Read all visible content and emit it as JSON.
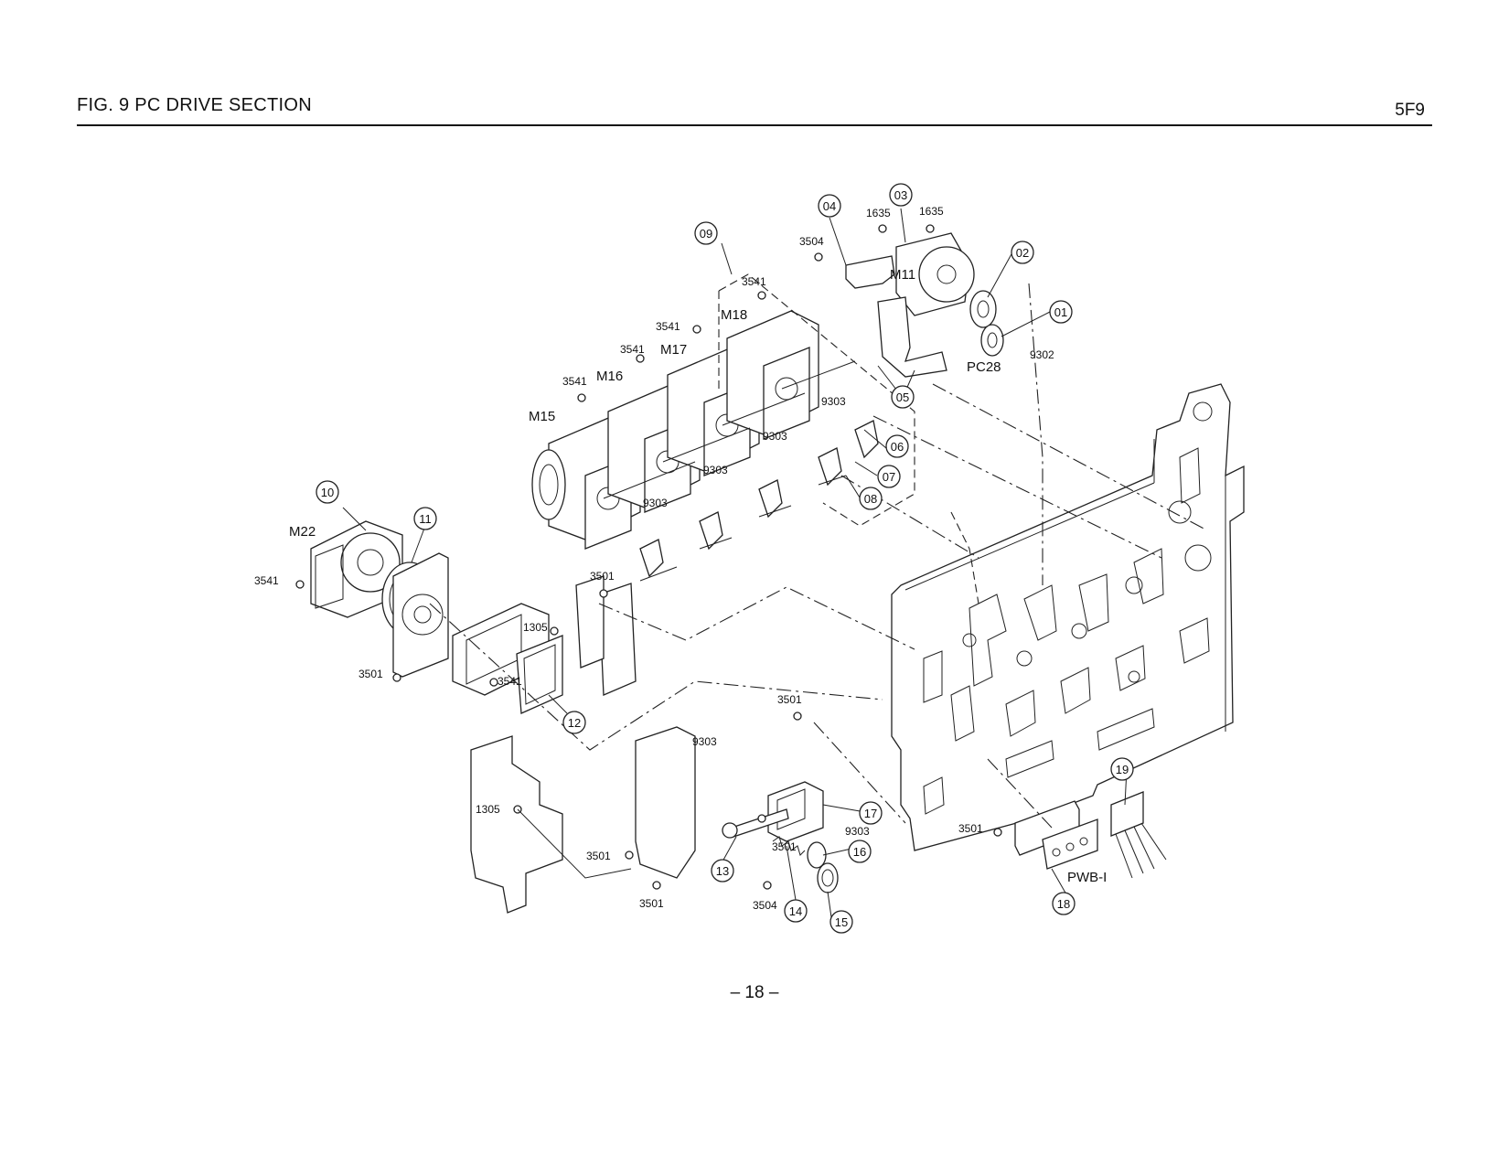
{
  "header": {
    "title": "FIG. 9  PC DRIVE SECTION",
    "code": "5F9"
  },
  "footer": {
    "page_number": "– 18 –"
  },
  "callouts": {
    "c01": "01",
    "c02": "02",
    "c03": "03",
    "c04": "04",
    "c05": "05",
    "c06": "06",
    "c07": "07",
    "c08": "08",
    "c09": "09",
    "c10": "10",
    "c11": "11",
    "c12": "12",
    "c13": "13",
    "c14": "14",
    "c15": "15",
    "c16": "16",
    "c17": "17",
    "c18": "18",
    "c19": "19"
  },
  "labels": {
    "m11": "M11",
    "m15": "M15",
    "m16": "M16",
    "m17": "M17",
    "m18": "M18",
    "m22": "M22",
    "pc28": "PC28",
    "pwbi": "PWB-I",
    "s1635a": "1635",
    "s1635b": "1635",
    "s3504a": "3504",
    "s9302": "9302",
    "s3541a": "3541",
    "s3541b": "3541",
    "s3541c": "3541",
    "s3541d": "3541",
    "s9303a": "9303",
    "s9303b": "9303",
    "s9303c": "9303",
    "s9303d": "9303",
    "s3541e": "3541",
    "s1305a": "1305",
    "s3541f": "3541",
    "s3501a": "3501",
    "s3501b": "3501",
    "s3501c": "3501",
    "s9303e": "9303",
    "s1305b": "1305",
    "s3501d": "3501",
    "s3501e": "3501",
    "s3501f": "3501",
    "s9303f": "9303",
    "s3504b": "3504",
    "s3501g": "3501"
  }
}
